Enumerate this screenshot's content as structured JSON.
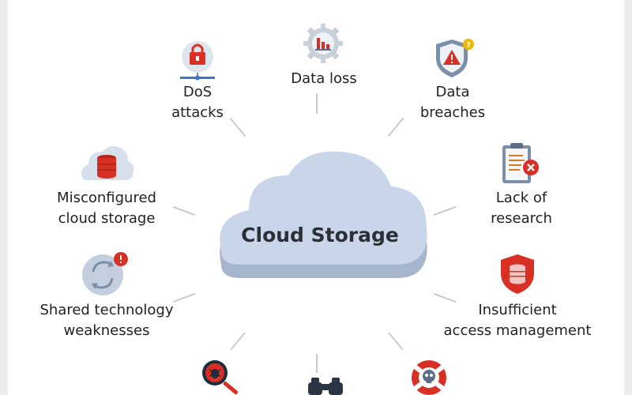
{
  "center": {
    "title": "Cloud Storage"
  },
  "nodes": {
    "dos": {
      "label": "DoS\nattacks",
      "icon": "lock-server-icon"
    },
    "data_loss": {
      "label": "Data loss",
      "icon": "gear-chart-icon"
    },
    "data_breaches": {
      "label": "Data\nbreaches",
      "icon": "warning-shield-icon"
    },
    "misconfigured": {
      "label": "Misconfigured\ncloud storage",
      "icon": "cloud-database-icon"
    },
    "lack_research": {
      "label": "Lack of\nresearch",
      "icon": "clipboard-error-icon"
    },
    "shared_tech": {
      "label": "Shared technology\nweaknesses",
      "icon": "sync-alert-icon"
    },
    "insufficient_access": {
      "label": "Insufficient\naccess management",
      "icon": "database-shield-icon"
    },
    "bottom_left": {
      "icon": "magnifier-bug-icon"
    },
    "bottom_center": {
      "icon": "binoculars-icon"
    },
    "bottom_right": {
      "icon": "lifebuoy-skull-icon"
    }
  },
  "colors": {
    "accent_red": "#d93025",
    "slate": "#7b90a8",
    "cloud": "#c9d6ea",
    "cloud_shadow": "#a5b5cc"
  }
}
